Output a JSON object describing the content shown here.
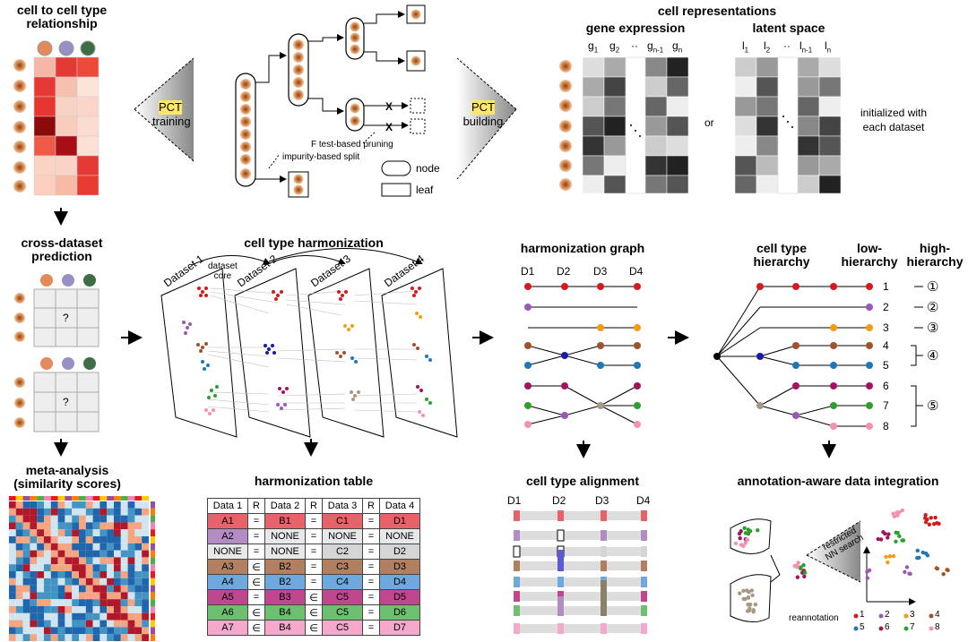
{
  "panel_a": {
    "title_line1": "cell to cell type",
    "title_line2": "relationship",
    "training_label1": "PCT",
    "training_label2": "training",
    "pruning_label": "F test-based pruning",
    "split_label": "impurity-based split",
    "legend_node": "node",
    "legend_leaf": "leaf",
    "prune_mark": "X"
  },
  "panel_b": {
    "title": "cell representations",
    "building_label1": "PCT",
    "building_label2": "building",
    "gene_expr_title": "gene expression",
    "gene_cols": [
      "g",
      "g",
      "··",
      "g",
      "g"
    ],
    "gene_subs": [
      "1",
      "2",
      "",
      "n-1",
      "n"
    ],
    "latent_title": "latent space",
    "latent_cols": [
      "l",
      "l",
      "··",
      "l",
      "l"
    ],
    "latent_subs": [
      "1",
      "2",
      "",
      "n-1",
      "n"
    ],
    "or_label": "or",
    "init_line1": "initialized with",
    "init_line2": "each dataset"
  },
  "panel_c": {
    "title_line1": "cross-dataset",
    "title_line2": "prediction",
    "unknown_mark": "?"
  },
  "panel_d": {
    "title": "cell type harmonization",
    "core_line1": "dataset",
    "core_line2": "core",
    "datasets": [
      "Dataset 1",
      "Dataset 2",
      "Dataset 3",
      "Dataset 4"
    ]
  },
  "panel_e": {
    "title": "harmonization graph",
    "datasets": [
      "D1",
      "D2",
      "D3",
      "D4"
    ]
  },
  "panel_f": {
    "title_col1": "cell type",
    "title_col1b": "hierarchy",
    "title_col2": "low-",
    "title_col2b": "hierarchy",
    "title_col3": "high-",
    "title_col3b": "hierarchy",
    "low_numbers": [
      "1",
      "2",
      "3",
      "4",
      "5",
      "6",
      "7",
      "8"
    ],
    "high_numbers": [
      "①",
      "②",
      "③",
      "④",
      "⑤"
    ]
  },
  "panel_g": {
    "title_line1": "meta-analysis",
    "title_line2": "(similarity scores)"
  },
  "panel_h": {
    "title": "harmonization table",
    "headers": [
      "Data 1",
      "R",
      "Data 2",
      "R",
      "Data 3",
      "R",
      "Data 4"
    ],
    "rows": [
      [
        "A1",
        "=",
        "B1",
        "=",
        "C1",
        "=",
        "D1"
      ],
      [
        "A2",
        "=",
        "NONE",
        "=",
        "NONE",
        "=",
        "NONE"
      ],
      [
        "NONE",
        "=",
        "NONE",
        "=",
        "C2",
        "=",
        "D2"
      ],
      [
        "A3",
        "∈",
        "B2",
        "=",
        "C3",
        "=",
        "D3"
      ],
      [
        "A4",
        "∈",
        "B2",
        "=",
        "C4",
        "=",
        "D4"
      ],
      [
        "A5",
        "=",
        "B3",
        "∈",
        "C5",
        "=",
        "D5"
      ],
      [
        "A6",
        "∈",
        "B4",
        "∈",
        "C5",
        "=",
        "D6"
      ],
      [
        "A7",
        "∈",
        "B4",
        "∈",
        "C5",
        "=",
        "D7"
      ]
    ],
    "row_colors": [
      "#e8626a",
      "#b48cc4",
      "#d5d5d5",
      "#b08060",
      "#6fa8dc",
      "#c0478e",
      "#6cc070",
      "#f4a8cc"
    ],
    "white_cells": [
      [
        1,
        2
      ],
      [
        1,
        4
      ],
      [
        1,
        6
      ],
      [
        2,
        0
      ],
      [
        2,
        2
      ]
    ]
  },
  "panel_i": {
    "title": "cell type alignment",
    "datasets": [
      "D1",
      "D2",
      "D3",
      "D4"
    ]
  },
  "panel_j": {
    "title": "annotation-aware data integration",
    "nn_label1": "restricted",
    "nn_label2": "NN search",
    "reannotation_label": "reannotation",
    "legend_items": [
      "1",
      "2",
      "3",
      "4",
      "5",
      "6",
      "7",
      "8"
    ]
  },
  "colors": {
    "red": "#d7191c",
    "purple": "#9b59b6",
    "orange": "#f39c12",
    "brown": "#a0522d",
    "blue": "#1f77b4",
    "magenta": "#a0155e",
    "green": "#2ca02c",
    "pink": "#f78fb3",
    "tan": "#a69882",
    "node_blue": "#1a1aa6",
    "cell_fill": "#b5651d"
  }
}
